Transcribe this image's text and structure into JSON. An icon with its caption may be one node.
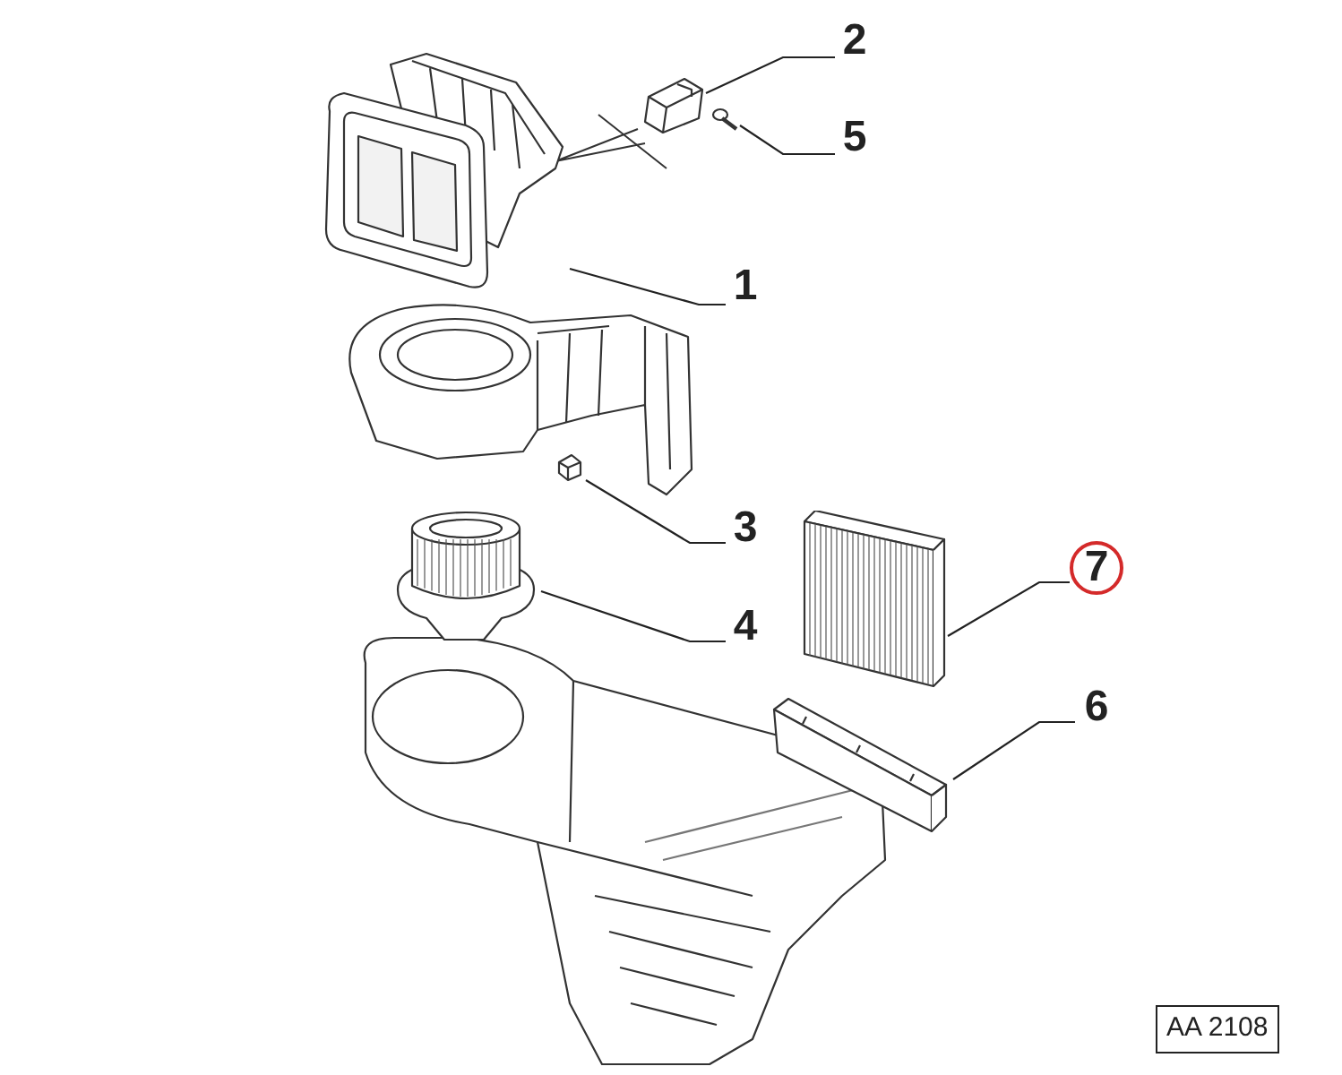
{
  "diagram": {
    "nodes": [
      {
        "text": [
          "2"
        ]
      },
      {
        "text": [],
        "shape": "picture"
      },
      {
        "text": [
          "5"
        ]
      },
      {
        "text": [],
        "shape": "picture"
      },
      {
        "text": [
          "1"
        ]
      },
      {
        "text": [],
        "shape": "picture"
      },
      {
        "text": [
          "3"
        ]
      },
      {
        "text": [],
        "shape": "picture"
      },
      {
        "text": [
          "7"
        ]
      },
      {
        "text": [],
        "shape": "picture"
      },
      {
        "text": [
          "4"
        ]
      },
      {
        "text": [],
        "shape": "picture"
      },
      {
        "text": [
          "6"
        ]
      },
      {
        "text": [],
        "shape": "picture"
      }
    ],
    "edges": [
      {
        "from": 0,
        "to": 1,
        "arrow": "none"
      },
      {
        "from": 2,
        "to": 3,
        "arrow": "none"
      },
      {
        "from": 4,
        "to": 5,
        "arrow": "none"
      },
      {
        "from": 6,
        "to": 7,
        "arrow": "none"
      },
      {
        "from": 8,
        "to": 9,
        "arrow": "none"
      },
      {
        "from": 10,
        "to": 11,
        "arrow": "none"
      },
      {
        "from": 12,
        "to": 13,
        "arrow": "none"
      }
    ],
    "labels": [
      "AA 2108"
    ]
  }
}
